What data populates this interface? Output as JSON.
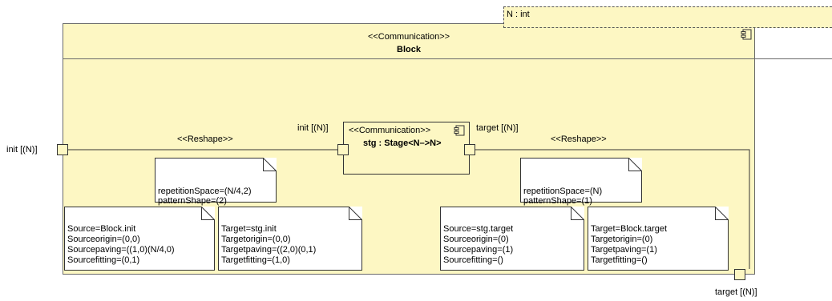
{
  "param": {
    "label": "N : int"
  },
  "block": {
    "stereotype": "<<Communication>>",
    "name": "Block",
    "component_icon": "component-icon"
  },
  "ports": {
    "block_init": "init [(N)]",
    "block_target": "target [(N)]",
    "stg_init": "init [(N)]",
    "stg_target": "target [(N)]"
  },
  "part": {
    "stereotype": "<<Communication>>",
    "name": "stg : Stage<N–>N>",
    "component_icon": "component-icon"
  },
  "connectors": {
    "left_label": "<<Reshape>>",
    "right_label": "<<Reshape>>"
  },
  "notes": {
    "reshape_left": [
      "repetitionSpace=(N/4,2)",
      "patternShape=(2)"
    ],
    "reshape_right": [
      "repetitionSpace=(N)",
      "patternShape=(1)"
    ],
    "source_left": [
      "Source=Block.init",
      "Sourceorigin=(0,0)",
      "Sourcepaving=((1,0)(N/4,0)",
      "Sourcefitting=(0,1)"
    ],
    "target_left": [
      "Target=stg.init",
      "Targetorigin=(0,0)",
      "Targetpaving=((2,0)(0,1)",
      "Targetfitting=(1,0)"
    ],
    "source_right": [
      "Source=stg.target",
      "Sourceorigin=(0)",
      "Sourcepaving=(1)",
      "Sourcefitting=()"
    ],
    "target_right": [
      "Target=Block.target",
      "Targetorigin=(0)",
      "Targetpaving=(1)",
      "Targetfitting=()"
    ]
  }
}
